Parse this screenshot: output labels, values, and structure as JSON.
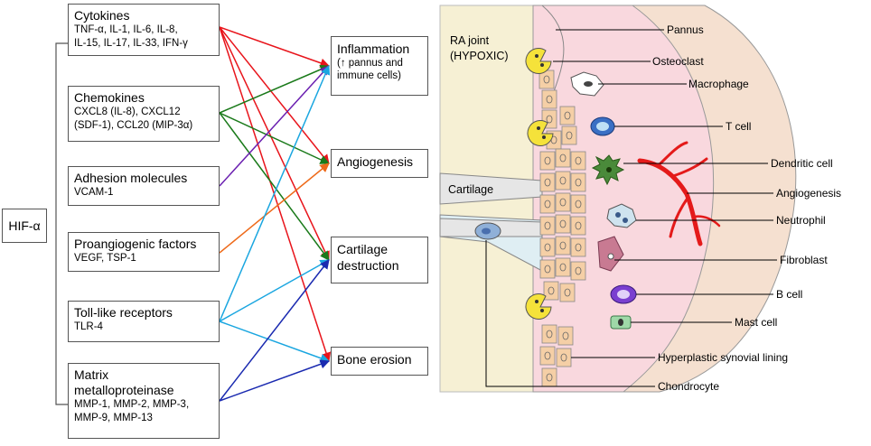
{
  "hif": "HIF-α",
  "factors": [
    {
      "title": "Cytokines",
      "lines": [
        "TNF-α, IL-1, IL-6, IL-8,",
        "IL-15, IL-17, IL-33, IFN-γ"
      ]
    },
    {
      "title": "Chemokines",
      "lines": [
        "CXCL8 (IL-8), CXCL12",
        "(SDF-1), CCL20 (MIP-3α)"
      ]
    },
    {
      "title": "Adhesion molecules",
      "lines": [
        "VCAM-1"
      ]
    },
    {
      "title": "Proangiogenic factors",
      "lines": [
        "VEGF, TSP-1"
      ]
    },
    {
      "title": "Toll-like receptors",
      "lines": [
        "TLR-4"
      ]
    },
    {
      "title": "Matrix",
      "title2": "metalloproteinase",
      "lines": [
        "MMP-1, MMP-2, MMP-3,",
        "MMP-9, MMP-13"
      ]
    }
  ],
  "outcomes": [
    {
      "title": "Inflammation",
      "lines": [
        "(↑ pannus and",
        "immune cells)"
      ]
    },
    {
      "title": "Angiogenesis"
    },
    {
      "title": "Cartilage",
      "title2": "destruction"
    },
    {
      "title": "Bone erosion"
    }
  ],
  "joint": {
    "title": "RA joint",
    "subtitle": "(HYPOXIC)",
    "cartilage": "Cartilage"
  },
  "labels": {
    "pannus": "Pannus",
    "osteoclast": "Osteoclast",
    "macrophage": "Macrophage",
    "tcell": "T cell",
    "dendritic": "Dendritic cell",
    "angiogenesis": "Angiogenesis",
    "neutrophil": "Neutrophil",
    "fibroblast": "Fibroblast",
    "bcell": "B cell",
    "mastcell": "Mast cell",
    "hyperplastic": "Hyperplastic synovial lining",
    "chondrocyte": "Chondrocyte"
  },
  "colors": {
    "cytokines": "#e8141b",
    "chemokines": "#1a7a1a",
    "adhesion": "#6a1fb0",
    "proangiogenic": "#ee6a1a",
    "tlr": "#1aa6e0",
    "mmp": "#1a2ab0",
    "joint_bg": "#f6f0d4",
    "pannus": "#f9d8de",
    "tissue": "#f5e0d0",
    "lining_cell": "#f5cfa6"
  }
}
